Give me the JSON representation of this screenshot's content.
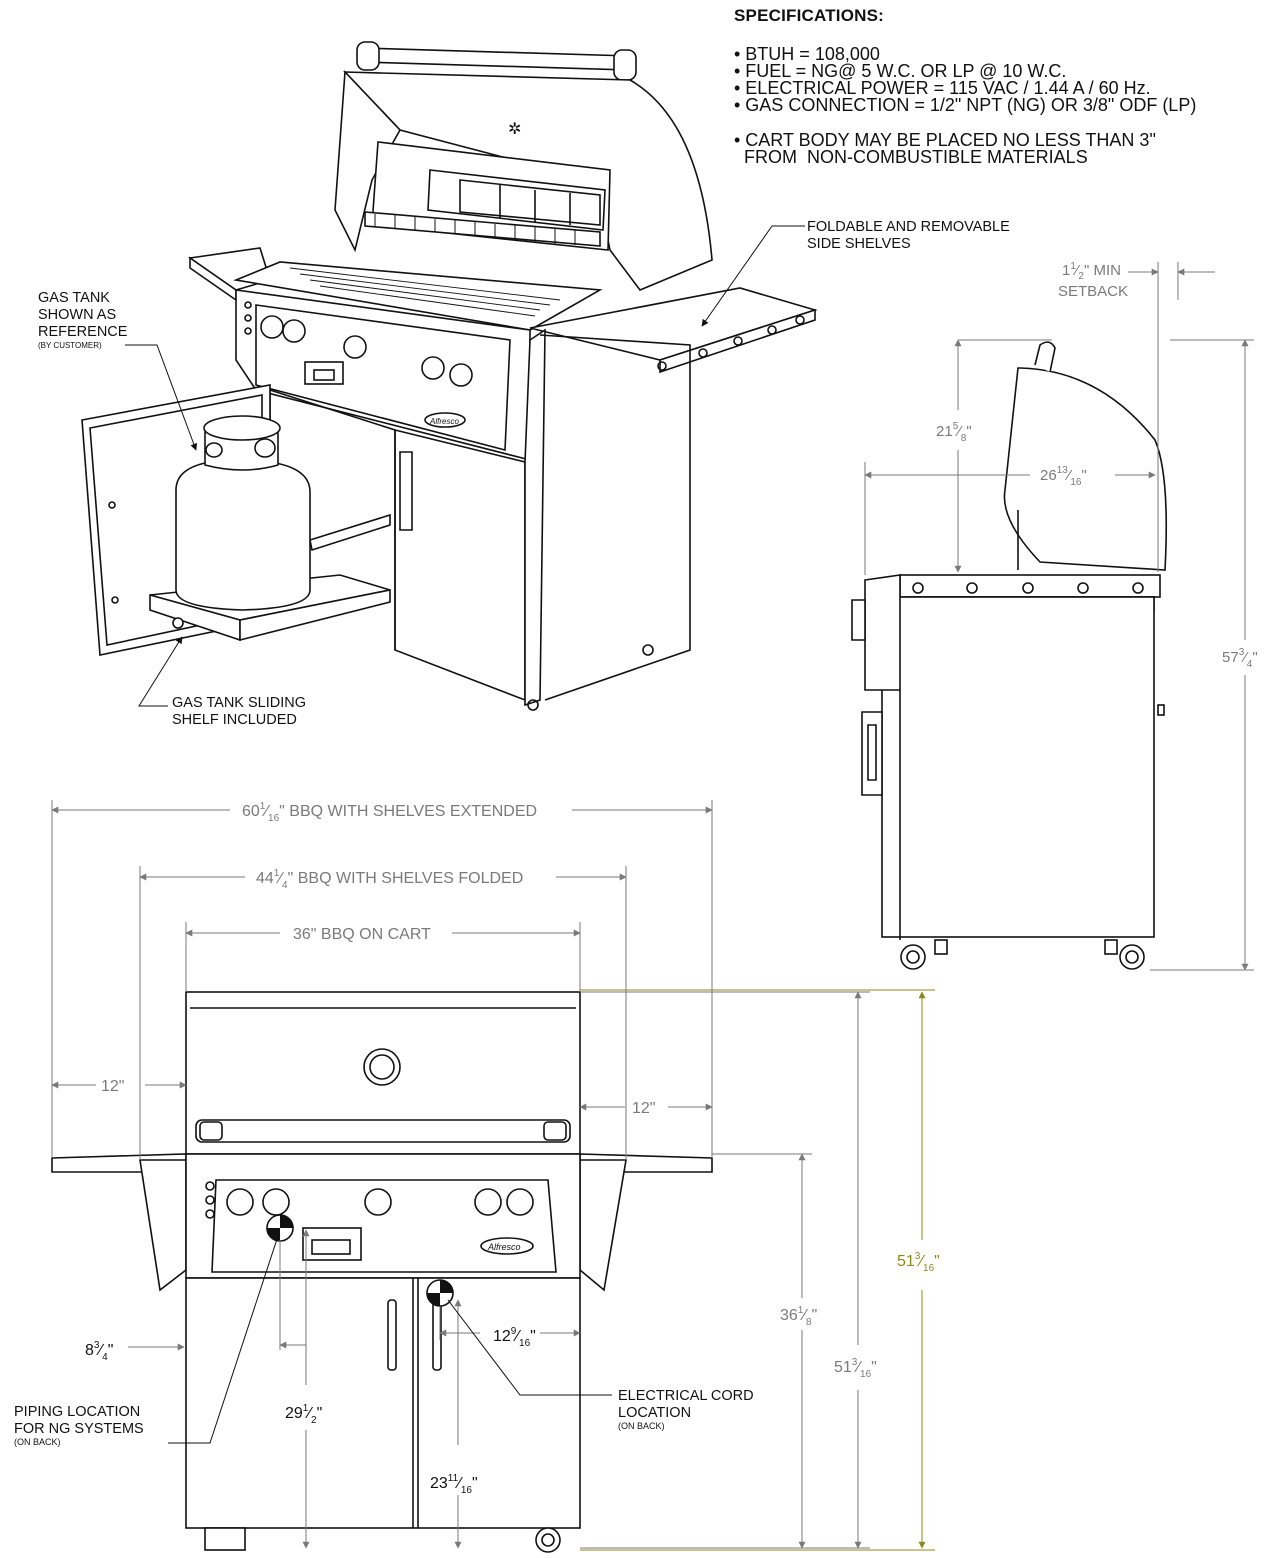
{
  "specifications": {
    "heading": "SPECIFICATIONS:",
    "items": [
      "• BTUH = 108,000",
      "• FUEL = NG@ 5 W.C. OR LP @ 10 W.C.",
      "• ELECTRICAL POWER = 115 VAC / 1.44 A / 60 Hz.",
      "• GAS CONNECTION = 1/2\" NPT (NG) OR 3/8\" ODF (LP)"
    ],
    "note_line1": "• CART BODY MAY BE PLACED NO LESS THAN 3\"",
    "note_line2": "  FROM  NON-COMBUSTIBLE MATERIALS"
  },
  "iso_callouts": {
    "side_shelves": [
      "FOLDABLE AND REMOVABLE",
      "SIDE SHELVES"
    ],
    "gas_tank": [
      "GAS TANK",
      "SHOWN AS",
      "REFERENCE"
    ],
    "gas_tank_note": "(BY CUSTOMER)",
    "sliding_shelf": [
      "GAS TANK SLIDING",
      "SHELF INCLUDED"
    ],
    "brand": "Alfresco"
  },
  "side_view": {
    "setback_whole": "1",
    "setback_num": "1",
    "setback_den": "2",
    "setback_unit": "\" MIN",
    "setback_label": "SETBACK",
    "dim_hood": {
      "whole": "21",
      "num": "5",
      "den": "8",
      "unit": "\""
    },
    "dim_depth": {
      "whole": "26",
      "num": "13",
      "den": "16",
      "unit": "\""
    },
    "dim_height": {
      "whole": "57",
      "num": "3",
      "den": "4",
      "unit": "\""
    }
  },
  "front_view": {
    "dim_extended": {
      "whole": "60",
      "num": "1",
      "den": "16",
      "unit": "\"",
      "label": " BBQ WITH SHELVES EXTENDED"
    },
    "dim_folded": {
      "whole": "44",
      "num": "1",
      "den": "4",
      "unit": "\"",
      "label": "  BBQ WITH SHELVES FOLDED"
    },
    "dim_cart": "36\" BBQ ON CART",
    "dim_shelf_left": "12\"",
    "dim_shelf_right": "12\"",
    "dim_height_total": {
      "whole": "51",
      "num": "3",
      "den": "16",
      "unit": "\""
    },
    "dim_height_total_2": {
      "whole": "51",
      "num": "3",
      "den": "16",
      "unit": "\""
    },
    "dim_counter": {
      "whole": "36",
      "num": "1",
      "den": "8",
      "unit": "\""
    },
    "dim_pipe_side": {
      "whole": "8",
      "num": "3",
      "den": "4",
      "unit": "\""
    },
    "dim_pipe_height": {
      "whole": "29",
      "num": "1",
      "den": "2",
      "unit": "\""
    },
    "dim_cord_side": {
      "whole": "12",
      "num": "9",
      "den": "16",
      "unit": "\""
    },
    "dim_cord_height": {
      "whole": "23",
      "num": "11",
      "den": "16",
      "unit": "\""
    },
    "piping": [
      "PIPING LOCATION",
      "FOR NG SYSTEMS"
    ],
    "piping_note": "(ON BACK)",
    "cord": [
      "ELECTRICAL CORD",
      "LOCATION"
    ],
    "cord_note": "(ON BACK)",
    "brand": "Alfresco"
  },
  "colors": {
    "line": "#111111",
    "dim_gray": "#7a7a7a",
    "dim_olive": "#8a8a1a"
  }
}
